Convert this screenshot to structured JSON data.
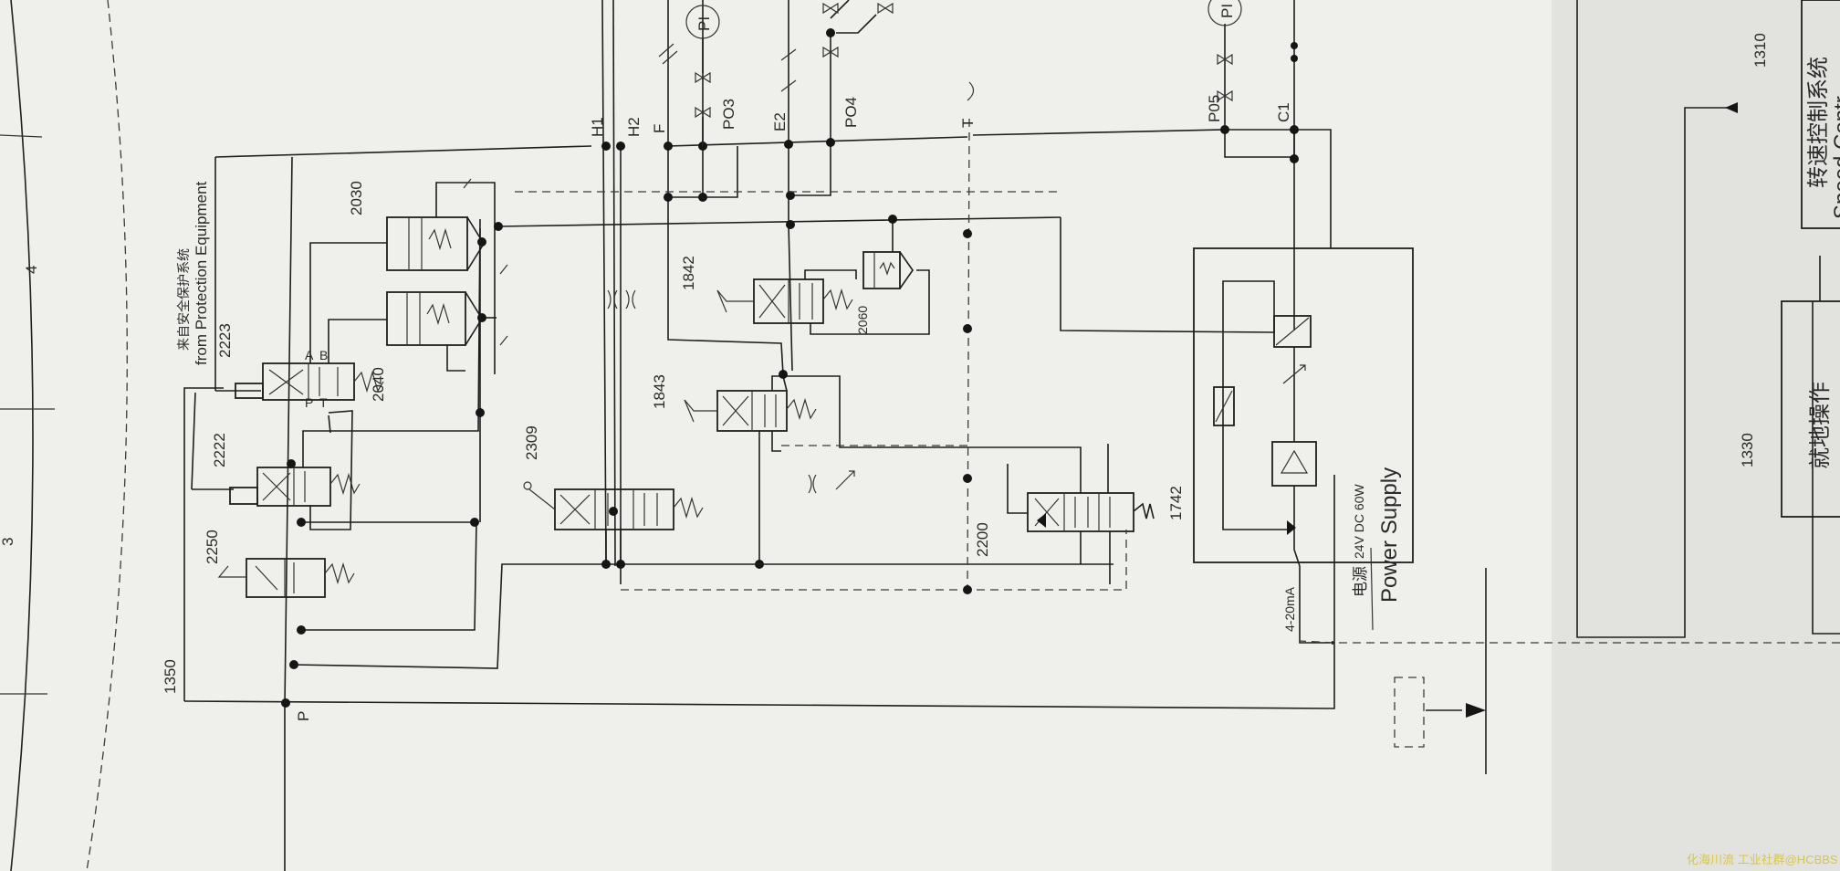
{
  "diagram": {
    "left_ruler": {
      "marks": [
        "4",
        "3"
      ]
    },
    "components": {
      "c2223": "2223",
      "c2222": "2222",
      "c2250": "2250",
      "c2040": "2040",
      "c2030": "2030",
      "c2309": "2309",
      "c1843": "1843",
      "c1842": "1842",
      "c2060": "2060",
      "c2200": "2200",
      "c1742": "1742",
      "c1350": "1350",
      "c1310": "1310",
      "c1330": "1330"
    },
    "ports": {
      "h1": "H1",
      "h2": "H2",
      "f": "F",
      "e2": "E2",
      "c1": "C1",
      "t": "T",
      "p": "P",
      "po3": "PO3",
      "po4": "PO4",
      "po5": "P05",
      "pi_a": "PI",
      "pi_b": "PI"
    },
    "valve_ports": {
      "a": "A",
      "b": "B",
      "p": "P",
      "t": "T"
    },
    "protection": {
      "cn": "来自安全保护系统",
      "en": "from Protection Equipment"
    },
    "power_supply": {
      "cn": "电源",
      "spec": "24V DC 60W",
      "en": "Power Supply"
    },
    "signal": "4-20mA",
    "right_boxes": {
      "speed_cn": "转速控制系统",
      "speed_en": "Speed Contr",
      "local_cn": "就地操作"
    },
    "watermark": "化海川流 工业社群@HCBBS"
  }
}
